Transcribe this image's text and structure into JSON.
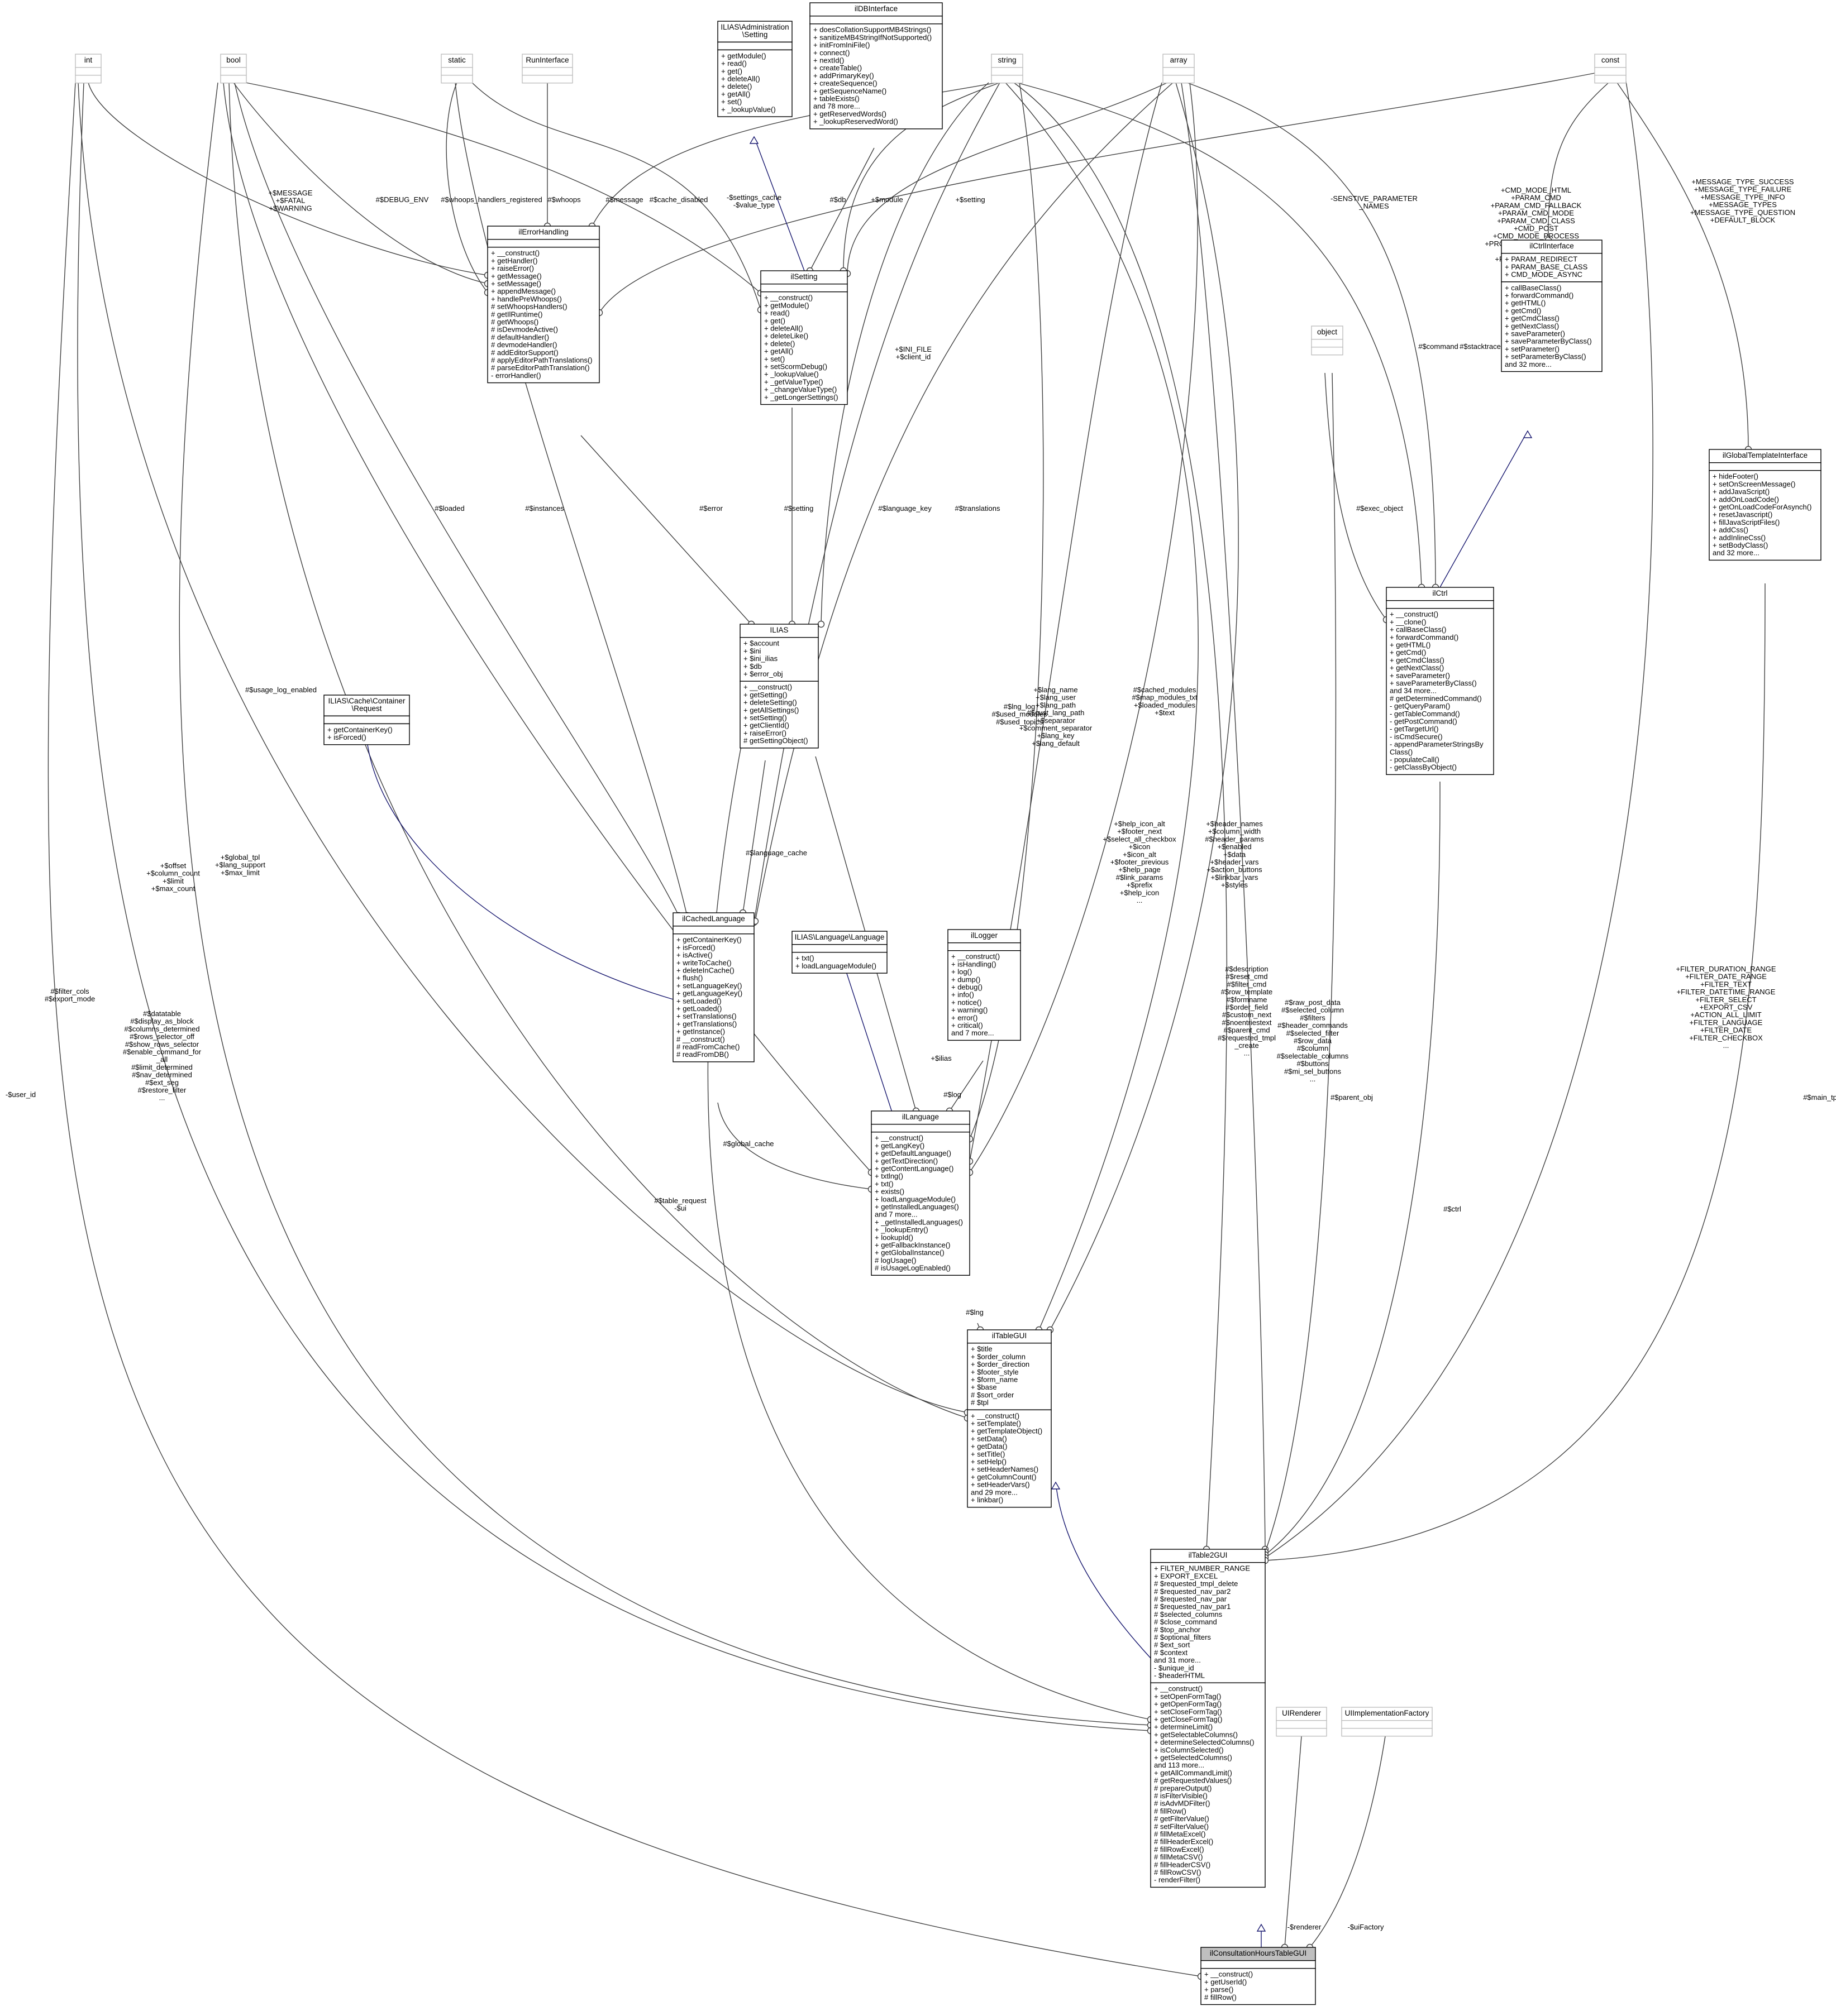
{
  "diagram": {
    "classes": [
      {
        "id": "int",
        "title": [
          "int"
        ],
        "attrs": [],
        "ops": [],
        "ghost": true
      },
      {
        "id": "bool",
        "title": [
          "bool"
        ],
        "attrs": [],
        "ops": [],
        "ghost": true
      },
      {
        "id": "static",
        "title": [
          "static"
        ],
        "attrs": [],
        "ops": [],
        "ghost": true
      },
      {
        "id": "RunInterface",
        "title": [
          "RunInterface"
        ],
        "attrs": [],
        "ops": [],
        "ghost": true
      },
      {
        "id": "AdminSetting",
        "title": [
          "ILIAS\\Administration",
          "\\Setting"
        ],
        "attrs": [],
        "ops": [
          "+ getModule()",
          "+ read()",
          "+ get()",
          "+ deleteAll()",
          "+ delete()",
          "+ getAll()",
          "+ set()",
          "+ _lookupValue()"
        ]
      },
      {
        "id": "ilDBInterface",
        "title": [
          "ilDBInterface"
        ],
        "attrs": [],
        "ops": [
          "+ doesCollationSupportMB4Strings()",
          "+ sanitizeMB4StringIfNotSupported()",
          "+ initFromIniFile()",
          "+ connect()",
          "+ nextId()",
          "+ createTable()",
          "+ addPrimaryKey()",
          "+ createSequence()",
          "+ getSequenceName()",
          "+ tableExists()",
          "and 78 more...",
          "+ getReservedWords()",
          "+ _lookupReservedWord()"
        ]
      },
      {
        "id": "string",
        "title": [
          "string"
        ],
        "attrs": [],
        "ops": [],
        "ghost": true
      },
      {
        "id": "array",
        "title": [
          "array"
        ],
        "attrs": [],
        "ops": [],
        "ghost": true
      },
      {
        "id": "const",
        "title": [
          "const"
        ],
        "attrs": [],
        "ops": [],
        "ghost": true
      },
      {
        "id": "ilErrorHandling",
        "title": [
          "ilErrorHandling"
        ],
        "attrs": [],
        "ops": [
          "+ __construct()",
          "+ getHandler()",
          "+ raiseError()",
          "+ getMessage()",
          "+ setMessage()",
          "+ appendMessage()",
          "+ handlePreWhoops()",
          "# setWhoopsHandlers()",
          "# getIlRuntime()",
          "# getWhoops()",
          "# isDevmodeActive()",
          "# defaultHandler()",
          "# devmodeHandler()",
          "# addEditorSupport()",
          "# applyEditorPathTranslations()",
          "# parseEditorPathTranslation()",
          "- errorHandler()"
        ]
      },
      {
        "id": "ilSetting",
        "title": [
          "ilSetting"
        ],
        "attrs": [],
        "ops": [
          "+ __construct()",
          "+ getModule()",
          "+ read()",
          "+ get()",
          "+ deleteAll()",
          "+ deleteLike()",
          "+ delete()",
          "+ getAll()",
          "+ set()",
          "+ setScormDebug()",
          "+ _lookupValue()",
          "+ _getValueType()",
          "+ _changeValueType()",
          "+ _getLongerSettings()"
        ]
      },
      {
        "id": "ilCtrlInterface",
        "title": [
          "ilCtrlInterface"
        ],
        "attrs": [
          "+ PARAM_REDIRECT",
          "+ PARAM_BASE_CLASS",
          "+ CMD_MODE_ASYNC"
        ],
        "ops": [
          "+ callBaseClass()",
          "+ forwardCommand()",
          "+ getHTML()",
          "+ getCmd()",
          "+ getCmdClass()",
          "+ getNextClass()",
          "+ saveParameter()",
          "+ saveParameterByClass()",
          "+ setParameter()",
          "+ setParameterByClass()",
          "and 32 more..."
        ]
      },
      {
        "id": "object",
        "title": [
          "object"
        ],
        "attrs": [],
        "ops": [],
        "ghost": true
      },
      {
        "id": "ilGlobalTemplateInterface",
        "title": [
          "ilGlobalTemplateInterface"
        ],
        "attrs": [],
        "ops": [
          "+ hideFooter()",
          "+ setOnScreenMessage()",
          "+ addJavaScript()",
          "+ addOnLoadCode()",
          "+ getOnLoadCodeForAsynch()",
          "+ resetJavascript()",
          "+ fillJavaScriptFiles()",
          "+ addCss()",
          "+ addInlineCss()",
          "+ setBodyClass()",
          "and 32 more..."
        ]
      },
      {
        "id": "ilCtrl",
        "title": [
          "ilCtrl"
        ],
        "attrs": [],
        "ops": [
          "+ __construct()",
          "+ __clone()",
          "+ callBaseClass()",
          "+ forwardCommand()",
          "+ getHTML()",
          "+ getCmd()",
          "+ getCmdClass()",
          "+ getNextClass()",
          "+ saveParameter()",
          "+ saveParameterByClass()",
          "and 34 more...",
          "# getDeterminedCommand()",
          "- getQueryParam()",
          "- getTableCommand()",
          "- getPostCommand()",
          "- getTargetUrl()",
          "- isCmdSecure()",
          "- appendParameterStringsBy",
          "Class()",
          "- populateCall()",
          "- getClassByObject()"
        ]
      },
      {
        "id": "ILIAS",
        "title": [
          "ILIAS"
        ],
        "attrs": [
          "+ $account",
          "+ $ini",
          "+ $ini_ilias",
          "+ $db",
          "+ $error_obj"
        ],
        "ops": [
          "+ __construct()",
          "+ getSetting()",
          "+ deleteSetting()",
          "+ getAllSettings()",
          "+ setSetting()",
          "+ getClientId()",
          "+ raiseError()",
          "# getSettingObject()"
        ]
      },
      {
        "id": "Request",
        "title": [
          "ILIAS\\Cache\\Container",
          "\\Request"
        ],
        "attrs": [],
        "ops": [
          "+ getContainerKey()",
          "+ isForced()"
        ]
      },
      {
        "id": "ilCachedLanguage",
        "title": [
          "ilCachedLanguage"
        ],
        "attrs": [],
        "ops": [
          "+ getContainerKey()",
          "+ isForced()",
          "+ isActive()",
          "+ writeToCache()",
          "+ deleteInCache()",
          "+ flush()",
          "+ setLanguageKey()",
          "+ getLanguageKey()",
          "+ setLoaded()",
          "+ getLoaded()",
          "+ setTranslations()",
          "+ getTranslations()",
          "+ getInstance()",
          "# __construct()",
          "# readFromCache()",
          "# readFromDB()"
        ]
      },
      {
        "id": "LangLanguage",
        "title": [
          "ILIAS\\Language\\Language"
        ],
        "attrs": [],
        "ops": [
          "+ txt()",
          "+ loadLanguageModule()"
        ]
      },
      {
        "id": "ilLogger",
        "title": [
          "ilLogger"
        ],
        "attrs": [],
        "ops": [
          "+ __construct()",
          "+ isHandling()",
          "+ log()",
          "+ dump()",
          "+ debug()",
          "+ info()",
          "+ notice()",
          "+ warning()",
          "+ error()",
          "+ critical()",
          "and 7 more..."
        ]
      },
      {
        "id": "ilLanguage",
        "title": [
          "ilLanguage"
        ],
        "attrs": [],
        "ops": [
          "+ __construct()",
          "+ getLangKey()",
          "+ getDefaultLanguage()",
          "+ getTextDirection()",
          "+ getContentLanguage()",
          "+ txtlng()",
          "+ txt()",
          "+ exists()",
          "+ loadLanguageModule()",
          "+ getInstalledLanguages()",
          "and 7 more...",
          "+ _getInstalledLanguages()",
          "+ _lookupEntry()",
          "+ lookupId()",
          "+ getFallbackInstance()",
          "+ getGlobalInstance()",
          "# logUsage()",
          "# isUsageLogEnabled()"
        ]
      },
      {
        "id": "ilTableGUI",
        "title": [
          "ilTableGUI"
        ],
        "attrs": [
          "+ $title",
          "+ $order_column",
          "+ $order_direction",
          "+ $footer_style",
          "+ $form_name",
          "+ $base",
          "# $sort_order",
          "# $tpl"
        ],
        "ops": [
          "+ __construct()",
          "+ setTemplate()",
          "+ getTemplateObject()",
          "+ setData()",
          "+ getData()",
          "+ setTitle()",
          "+ setHelp()",
          "+ setHeaderNames()",
          "+ getColumnCount()",
          "+ setHeaderVars()",
          "and 29 more...",
          "+ linkbar()"
        ]
      },
      {
        "id": "ilTable2GUI",
        "title": [
          "ilTable2GUI"
        ],
        "attrs": [
          "+ FILTER_NUMBER_RANGE",
          "+ EXPORT_EXCEL",
          "# $requested_tmpl_delete",
          "# $requested_nav_par2",
          "# $requested_nav_par",
          "# $requested_nav_par1",
          "# $selected_columns",
          "# $close_command",
          "# $top_anchor",
          "# $optional_filters",
          "# $ext_sort",
          "# $context",
          "and 31 more...",
          "- $unique_id",
          "- $headerHTML"
        ],
        "ops": [
          "+ __construct()",
          "+ setOpenFormTag()",
          "+ getOpenFormTag()",
          "+ setCloseFormTag()",
          "+ getCloseFormTag()",
          "+ determineLimit()",
          "+ getSelectableColumns()",
          "+ determineSelectedColumns()",
          "+ isColumnSelected()",
          "+ getSelectedColumns()",
          "and 113 more...",
          "+ getAllCommandLimit()",
          "# getRequestedValues()",
          "# prepareOutput()",
          "# isFilterVisible()",
          "# isAdvMDFilter()",
          "# fillRow()",
          "# getFilterValue()",
          "# setFilterValue()",
          "# fillMetaExcel()",
          "# fillHeaderExcel()",
          "# fillRowExcel()",
          "# fillMetaCSV()",
          "# fillHeaderCSV()",
          "# fillRowCSV()",
          "- renderFilter()"
        ]
      },
      {
        "id": "UIRenderer",
        "title": [
          "UIRenderer"
        ],
        "attrs": [],
        "ops": [],
        "ghost": true
      },
      {
        "id": "UIImplementationFactory",
        "title": [
          "UIImplementationFactory"
        ],
        "attrs": [],
        "ops": [],
        "ghost": true
      },
      {
        "id": "ilConsultationHoursTableGUI",
        "title": [
          "ilConsultationHoursTableGUI"
        ],
        "attrs": [],
        "ops": [
          "+ __construct()",
          "+ getUserId()",
          "+ parse()",
          "# fillRow()"
        ],
        "highlight": true
      }
    ],
    "edges": [
      {
        "id": "e-int-errorhandling",
        "label": [
          "+$MESSAGE",
          "+$FATAL",
          "+$WARNING"
        ]
      },
      {
        "id": "e-bool-errorhandling",
        "label": [
          "#$DEBUG_ENV"
        ]
      },
      {
        "id": "e-static-errorhandling",
        "label": [
          "#$whoops_handlers_registered"
        ]
      },
      {
        "id": "e-run-errorhandling",
        "label": [
          "#$whoops"
        ]
      },
      {
        "id": "e-string-errorhandling",
        "label": [
          "#$message"
        ]
      },
      {
        "id": "e-bool-setting",
        "label": [
          "#$cache_disabled"
        ]
      },
      {
        "id": "e-static-setting",
        "label": [
          "-$settings_cache",
          "-$value_type"
        ]
      },
      {
        "id": "e-db-setting",
        "label": [
          "#$db"
        ]
      },
      {
        "id": "e-string-setting",
        "label": [
          "+$module"
        ]
      },
      {
        "id": "e-array-setting",
        "label": [
          "+$setting"
        ]
      },
      {
        "id": "e-const-errorhandling",
        "label": [
          "-SENSTIVE_PARAMETER",
          "_NAMES"
        ]
      },
      {
        "id": "e-const-ctrlinterface",
        "label": [
          "+CMD_MODE_HTML",
          "+PARAM_CMD",
          "+PARAM_CMD_FALLBACK",
          "+PARAM_CMD_MODE",
          "+PARAM_CMD_CLASS",
          "+CMD_POST",
          "+CMD_MODE_PROCESS",
          "+PROTECTED_PARAMETERS",
          "+PARAM_CID_PATH",
          "+PARAM_CSRF_TOKEN",
          "..."
        ]
      },
      {
        "id": "e-const-globaltpl",
        "label": [
          "+MESSAGE_TYPE_SUCCESS",
          "+MESSAGE_TYPE_FAILURE",
          "+MESSAGE_TYPE_INFO",
          "+MESSAGE_TYPES",
          "+MESSAGE_TYPE_QUESTION",
          "+DEFAULT_BLOCK"
        ]
      },
      {
        "id": "e-string-ctrl",
        "label": [
          "#$command"
        ]
      },
      {
        "id": "e-array-ctrl",
        "label": [
          "#$stacktrace"
        ]
      },
      {
        "id": "e-object-ctrl",
        "label": [
          "#$exec_object"
        ]
      },
      {
        "id": "e-string-ilias",
        "label": [
          "+$INI_FILE",
          "+$client_id"
        ]
      },
      {
        "id": "e-errorhandling-ilias",
        "label": [
          "#$error"
        ]
      },
      {
        "id": "e-setting-ilias",
        "label": [
          "#$setting"
        ]
      },
      {
        "id": "e-bool-cached",
        "label": [
          "#$loaded"
        ]
      },
      {
        "id": "e-static-cached",
        "label": [
          "#$instances"
        ]
      },
      {
        "id": "e-string-cached",
        "label": [
          "#$language_key"
        ]
      },
      {
        "id": "e-array-cached",
        "label": [
          "#$translations"
        ]
      },
      {
        "id": "e-bool-language",
        "label": [
          "#$usage_log_enabled"
        ]
      },
      {
        "id": "e-cached-language",
        "label": [
          "#$language_cache"
        ]
      },
      {
        "id": "e-cached-language2",
        "label": [
          "#$global_cache"
        ]
      },
      {
        "id": "e-ilias-language",
        "label": [
          "+$ilias"
        ]
      },
      {
        "id": "e-logger-language",
        "label": [
          "#$log"
        ]
      },
      {
        "id": "e-array-language",
        "label": [
          "#$lng_log",
          "#$used_modules",
          "#$used_topics"
        ]
      },
      {
        "id": "e-string-language",
        "label": [
          "+$lang_name",
          "+$lang_user",
          "+$lang_path",
          "#$cust_lang_path",
          "+$separator",
          "+$comment_separator",
          "+$lang_key",
          "+$lang_default"
        ]
      },
      {
        "id": "e-array-language2",
        "label": [
          "#$cached_modules",
          "#$map_modules_txt",
          "+$loaded_modules",
          "+$text"
        ]
      },
      {
        "id": "e-language-tablegui",
        "label": [
          "#$lng"
        ]
      },
      {
        "id": "e-int-tablegui",
        "label": [
          "+$offset",
          "+$column_count",
          "+$limit",
          "+$max_count"
        ]
      },
      {
        "id": "e-bool-tablegui",
        "label": [
          "+$global_tpl",
          "+$lang_support",
          "+$max_limit"
        ]
      },
      {
        "id": "e-string-tablegui",
        "label": [
          "+$help_icon_alt",
          "+$footer_next",
          "+$select_all_checkbox",
          "+$icon",
          "+$icon_alt",
          "+$footer_previous",
          "+$help_page",
          "#$link_params",
          "+$prefix",
          "+$help_icon",
          "..."
        ]
      },
      {
        "id": "e-array-tablegui",
        "label": [
          "+$header_names",
          "+$column_width",
          "#$header_params",
          "+$enabled",
          "+$data",
          "+$header_vars",
          "+$action_buttons",
          "+$linkbar_vars",
          "+$styles"
        ]
      },
      {
        "id": "e-string-table2",
        "label": [
          "#$description",
          "#$reset_cmd",
          "#$filter_cmd",
          "#$row_template",
          "#$formname",
          "#$order_field",
          "#$custom_next",
          "#$noentriestext",
          "#$parent_cmd",
          "#$requested_tmpl",
          "_create",
          "..."
        ]
      },
      {
        "id": "e-array-table2",
        "label": [
          "#$raw_post_data",
          "#$selected_column",
          "#$filters",
          "#$header_commands",
          "#$selected_filter",
          "#$row_data",
          "#$column",
          "#$selectable_columns",
          "#$buttons",
          "#$mi_sel_buttons",
          "..."
        ]
      },
      {
        "id": "e-bool-table2",
        "label": [
          "#$datatable",
          "#$display_as_block",
          "#$columns_determined",
          "#$rows_selector_off",
          "#$show_rows_selector",
          "#$enable_command_for",
          "_all",
          "#$limit_determined",
          "#$nav_determined",
          "#$ext_seg",
          "#$restore_filter",
          "..."
        ]
      },
      {
        "id": "e-int-table2",
        "label": [
          "#$filter_cols",
          "#$export_mode"
        ]
      },
      {
        "id": "e-ilias-table2",
        "label": [
          "#$table_request",
          "-$ui"
        ]
      },
      {
        "id": "e-object-table2",
        "label": [
          "#$parent_obj"
        ]
      },
      {
        "id": "e-ctrl-table2",
        "label": [
          "#$ctrl"
        ]
      },
      {
        "id": "e-const-table2",
        "label": [
          "+FILTER_DURATION_RANGE",
          "+FILTER_DATE_RANGE",
          "+FILTER_TEXT",
          "+FILTER_DATETIME_RANGE",
          "+FILTER_SELECT",
          "+EXPORT_CSV",
          "+ACTION_ALL_LIMIT",
          "+FILTER_LANGUAGE",
          "+FILTER_DATE",
          "+FILTER_CHECKBOX",
          "..."
        ]
      },
      {
        "id": "e-globaltpl-table2",
        "label": [
          "#$main_tpl"
        ]
      },
      {
        "id": "e-int-consult",
        "label": [
          "-$user_id"
        ]
      },
      {
        "id": "e-renderer-consult",
        "label": [
          "-$renderer"
        ]
      },
      {
        "id": "e-factory-consult",
        "label": [
          "-$uiFactory"
        ]
      }
    ]
  }
}
